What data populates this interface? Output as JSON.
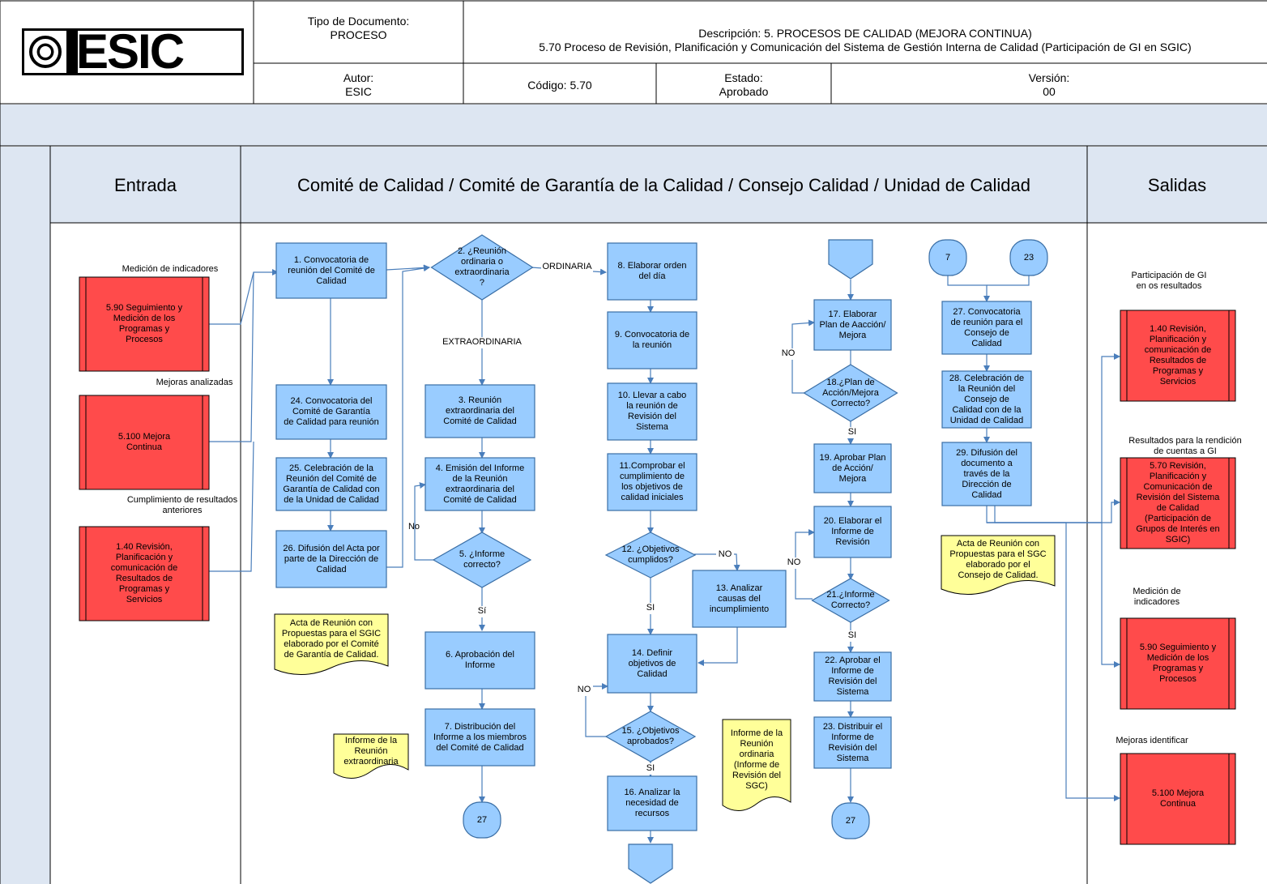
{
  "header": {
    "logo_text": "ESIC",
    "doc_type_label": "Tipo de Documento:",
    "doc_type_value": "PROCESO",
    "description_line1": "Descripción: 5. PROCESOS DE CALIDAD (MEJORA CONTINUA)",
    "description_line2": "5.70 Proceso de Revisión, Planificación y Comunicación del Sistema de Gestión Interna de Calidad (Participación de GI en SGIC)",
    "author_label": "Autor:",
    "author_value": "ESIC",
    "code_text": "Código: 5.70",
    "status_label": "Estado:",
    "status_value": "Aprobado",
    "version_label": "Versión:",
    "version_value": "00"
  },
  "lanes": {
    "input": "Entrada",
    "middle": "Comité de Calidad / Comité de Garantía de la Calidad / Consejo Calidad / Unidad de Calidad",
    "output": "Salidas"
  },
  "colors": {
    "process_fill": "#99ccff",
    "process_stroke": "#3a6ea5",
    "red_fill": "#ff4b4b",
    "note_fill": "#ffff99",
    "line": "#4a7ebb"
  },
  "inputs": {
    "label_1": "Medición de indicadores",
    "box_1": "5.90 Seguimiento y\nMedición de los\nProgramas y\nProcesos",
    "label_2": "Mejoras analizadas",
    "box_2": "5.100 Mejora\nContinua",
    "label_3": "Cumplimiento de resultados\nanteriores",
    "box_3": "1.40 Revisión,\nPlanificación y\ncomunicación de\nResultados de\nProgramas y\nServicios"
  },
  "outputs": {
    "label_1": "Participación de GI\nen os  resultados",
    "box_1": "1.40 Revisión,\nPlanificación y\ncomunicación de\nResultados de\nProgramas y\nServicios",
    "label_2": "Resultados para la rendición\nde cuentas a GI",
    "box_2": "5.70 Revisión,\nPlanificación y\nComunicación de\nRevisión del Sistema\nde Calidad\n(Participación de\nGrupos de Interés en\nSGIC)",
    "label_3": "Medición de\nindicadores",
    "box_3": "5.90 Seguimiento y\nMedición de los\nProgramas y\nProcesos",
    "label_4": "Mejoras identificar",
    "box_4": "5.100 Mejora\nContinua"
  },
  "steps": {
    "s1": "1. Convocatoria de\nreunión del Comité de\nCalidad",
    "s2": "2. ¿Reunión\nordinaria o\nextraordinaria\n?",
    "s3": "3. Reunión\nextraordinaria del\nComité de Calidad",
    "s4": "4. Emisión del Informe\nde la Reunión\nextraordinaria del\nComité de Calidad",
    "s5": "5. ¿Informe\ncorrecto?",
    "s6": "6. Aprobación del\nInforme",
    "s7": "7. Distribución del\nInforme a los miembros\ndel Comité de Calidad",
    "s8": "8. Elaborar orden\ndel día",
    "s9": "9. Convocatoria de\nla reunión",
    "s10": "10. Llevar a cabo\nla reunión de\nRevisión del\nSistema",
    "s11": "11.Comprobar el\ncumplimiento de\nlos objetivos de\ncalidad iniciales",
    "s12": "12. ¿Objetivos\ncumplidos?",
    "s13": "13. Analizar\ncausas del\nincumplimiento",
    "s14": "14. Definir\nobjetivos de\nCalidad",
    "s15": "15. ¿Objetivos\naprobados?",
    "s16": "16. Analizar la\nnecesidad de\nrecursos",
    "s17": "17. Elaborar\nPlan de Aacción/\nMejora",
    "s18": "18.¿Plan de\nAcción/Mejora\nCorrecto?",
    "s19": "19. Aprobar Plan\nde Acción/\nMejora",
    "s20": "20. Elaborar el\nInforme de\nRevisión",
    "s21": "21.¿Informe\nCorrecto?",
    "s22": "22. Aprobar el\nInforme de\nRevisión del\nSistema",
    "s23": "23. Distribuir el\nInforme de\nRevisión del\nSistema",
    "s24": "24. Convocatoria del\nComité de Garantía\nde Calidad para reunión",
    "s25": "25. Celebración de la\nReunión del Comité de\nGarantía de Calidad con\nde la Unidad de Calidad",
    "s26": "26. Difusión del Acta por\nparte de la Dirección de\nCalidad",
    "s27": "27. Convocatoria\nde reunión para el\nConsejo de\nCalidad",
    "s28": "28. Celebración de\nla Reunión del\nConsejo de\nCalidad con de la\nUnidad de Calidad",
    "s29": "29. Difusión del\ndocumento a\ntravés de la\nDirección de\nCalidad"
  },
  "connectors": {
    "c27a": "27",
    "c27b": "27",
    "c7": "7",
    "c23": "23"
  },
  "edge_labels": {
    "ordinaria": "ORDINARIA",
    "extraordinaria": "EXTRAORDINARIA",
    "no5": "No",
    "si5": "Sí",
    "no12": "NO",
    "si12": "SI",
    "no15": "NO",
    "si15": "SI",
    "no18": "NO",
    "si18": "SI",
    "no21": "NO",
    "si21": "SI"
  },
  "notes": {
    "n1": "Acta de Reunión con\nPropuestas para el SGIC\nelaborado por el Comité\nde Garantía de Calidad.",
    "n2": "Informe de la\nReunión\nextraordinaria",
    "n3": "Informe de la\nReunión\nordinaria\n(Informe de\nRevisión del\nSGC)",
    "n4": "Acta de Reunión con\nPropuestas para el SGC\nelaborado por el\nConsejo de Calidad."
  }
}
